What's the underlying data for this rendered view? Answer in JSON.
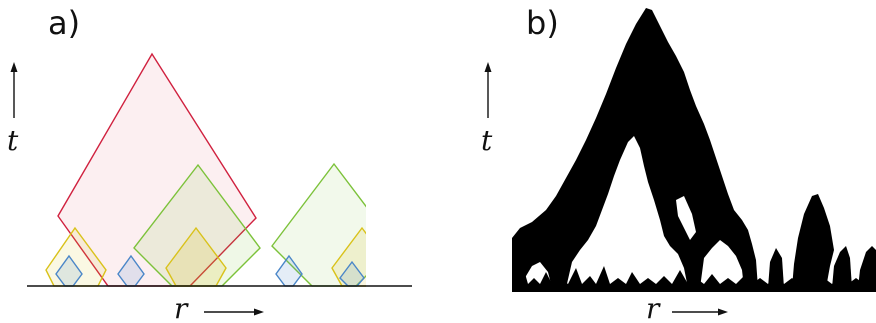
{
  "panels": [
    {
      "label": "a)",
      "x_axis_label": "r",
      "y_axis_label": "t",
      "colors": {
        "level1": "#4a86c8",
        "level2": "#d9c21a",
        "level3": "#7cc23a",
        "level4": "#d0213f"
      }
    },
    {
      "label": "b)",
      "x_axis_label": "r",
      "y_axis_label": "t",
      "colors": {
        "fill": "#000000"
      }
    }
  ]
}
